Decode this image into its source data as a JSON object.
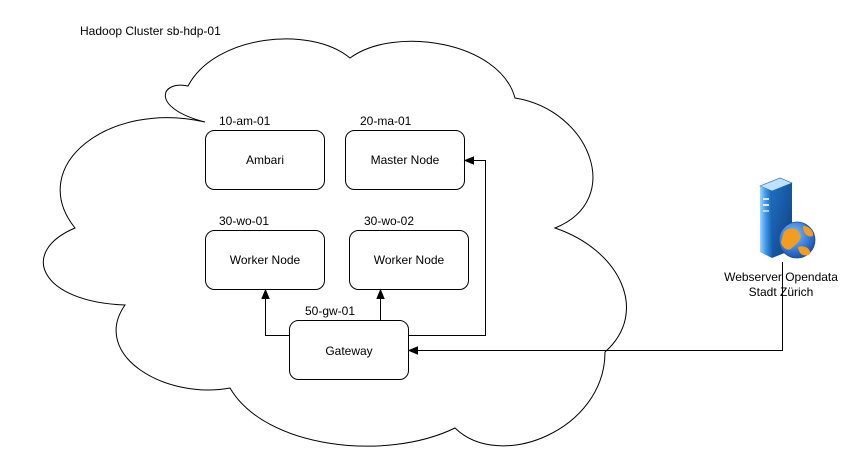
{
  "cluster": {
    "title": "Hadoop Cluster sb-hdp-01"
  },
  "nodes": {
    "ambari": {
      "host": "10-am-01",
      "label": "Ambari"
    },
    "master": {
      "host": "20-ma-01",
      "label": "Master Node"
    },
    "worker1": {
      "host": "30-wo-01",
      "label": "Worker Node"
    },
    "worker2": {
      "host": "30-wo-02",
      "label": "Worker Node"
    },
    "gateway": {
      "host": "50-gw-01",
      "label": "Gateway"
    }
  },
  "webserver": {
    "label_line1": "Webserver Opendata",
    "label_line2": "Stadt Zürich",
    "icon": "web-server-globe-icon"
  },
  "colors": {
    "stroke": "#000000",
    "background": "#ffffff",
    "server_blue": "#2e7fd6",
    "globe_orange": "#f39c1f",
    "globe_blue": "#2d6fcf"
  }
}
